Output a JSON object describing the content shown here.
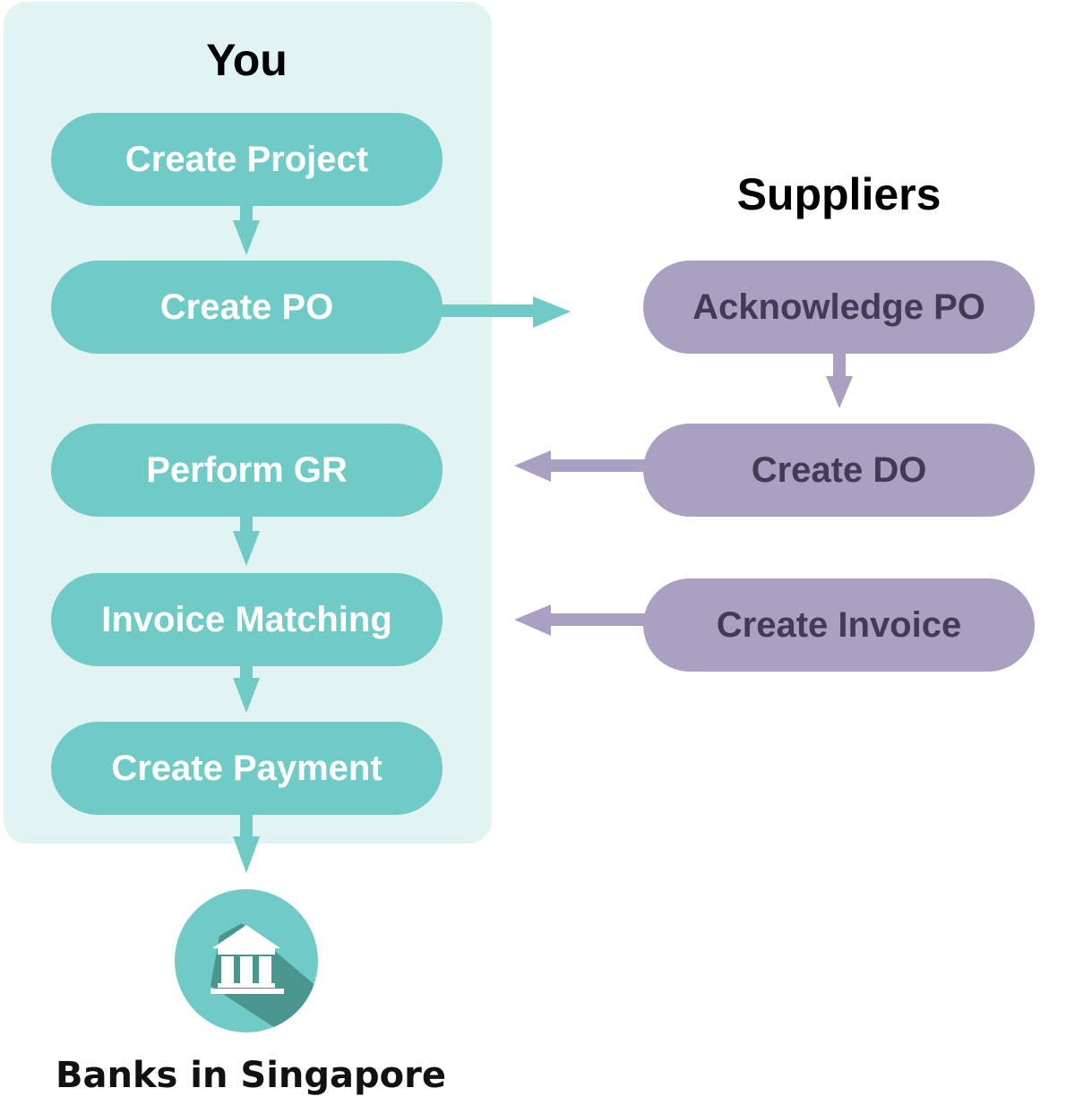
{
  "lanes": {
    "you": {
      "title": "You",
      "steps": [
        "Create Project",
        "Create PO",
        "Perform GR",
        "Invoice Matching",
        "Create Payment"
      ]
    },
    "suppliers": {
      "title": "Suppliers",
      "steps": [
        "Acknowledge PO",
        "Create DO",
        "Create Invoice"
      ]
    }
  },
  "endpoint": {
    "icon": "bank-icon",
    "label": "Banks in Singapore"
  },
  "colors": {
    "teal": "#70cbc7",
    "lane_bg": "#e2f3f3",
    "purple": "#a8a1c2",
    "purple_text": "#413b55",
    "bank_shadow": "#4a968e"
  }
}
